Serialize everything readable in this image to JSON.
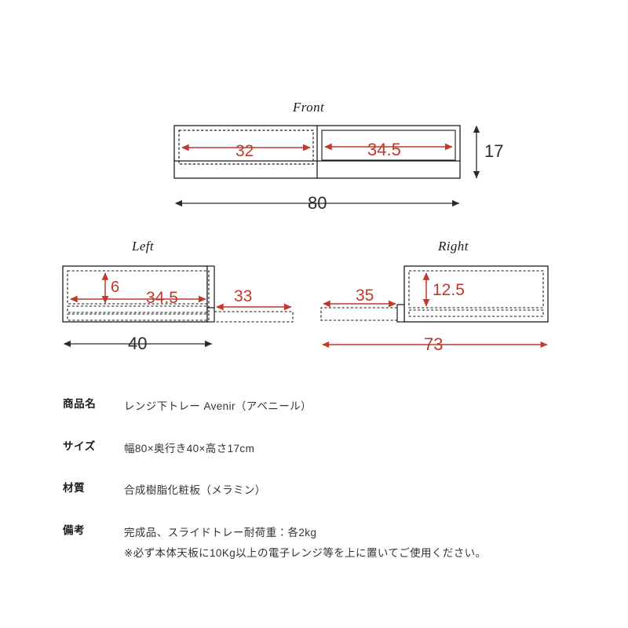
{
  "views": {
    "front": {
      "title": "Front",
      "dimensions": {
        "inner_left_width": "32",
        "inner_right_width": "34.5",
        "height": "17",
        "total_width": "80"
      }
    },
    "left": {
      "title": "Left",
      "dimensions": {
        "inner_height": "6",
        "inner_depth": "34.5",
        "slide_extension": "33",
        "total_depth": "40"
      }
    },
    "right": {
      "title": "Right",
      "dimensions": {
        "slide_extension": "35",
        "inner_height": "12.5",
        "total_extended": "73"
      }
    }
  },
  "colors": {
    "dimension_red": "#c0392b",
    "dimension_dark": "#2b2b2b",
    "outline": "#1a1a1a"
  },
  "spec": {
    "rows": [
      {
        "label": "商品名",
        "lines": [
          "レンジ下トレー Avenir（アベニール）"
        ]
      },
      {
        "label": "サイズ",
        "lines": [
          "幅80×奥行き40×高さ17cm"
        ]
      },
      {
        "label": "材質",
        "lines": [
          "合成樹脂化粧板（メラミン）"
        ]
      },
      {
        "label": "備考",
        "lines": [
          "完成品、スライドトレー耐荷重：各2kg",
          "※必ず本体天板に10Kg以上の電子レンジ等を上に置いてご使用ください。"
        ]
      }
    ]
  }
}
